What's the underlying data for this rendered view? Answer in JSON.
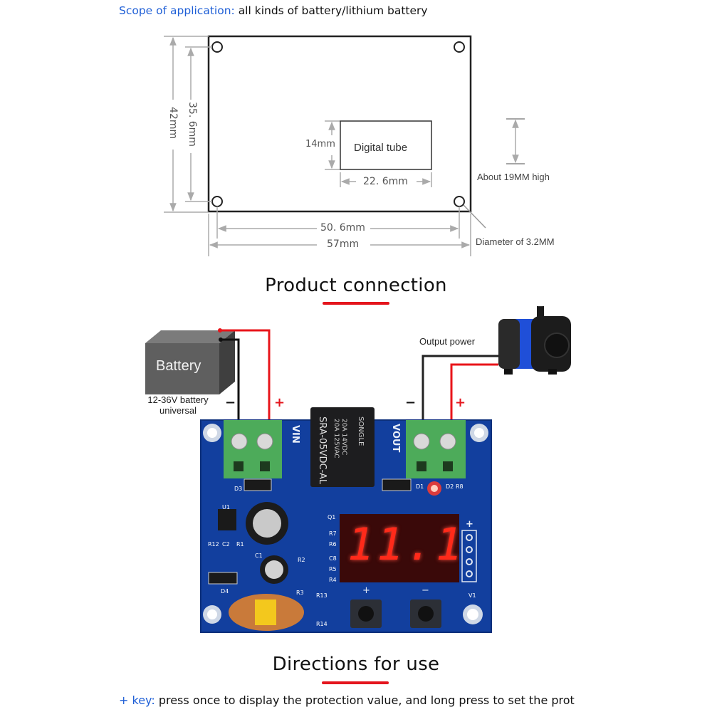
{
  "scope": {
    "label": "Scope of application:",
    "value": "all kinds of battery/lithium battery"
  },
  "dimensions": {
    "height_outer": "42mm",
    "height_holes": "35. 6mm",
    "width_holes": "50. 6mm",
    "width_outer": "57mm",
    "tube_height": "14mm",
    "tube_width": "22. 6mm",
    "tube_label": "Digital tube",
    "height_note": "About 19MM high",
    "hole_note": "Diameter of 3.2MM"
  },
  "connection": {
    "title": "Product connection",
    "battery_label": "Battery",
    "battery_caption_line1": "12-36V battery",
    "battery_caption_line2": "universal",
    "output_label": "Output power",
    "minus": "−",
    "plus": "+",
    "board": {
      "vin_label": "VIN",
      "vout_label": "VOUT",
      "relay_brand": "SONGLE",
      "relay_rating1": "20A 14VDC",
      "relay_rating2": "20A 125VAC",
      "relay_model": "SRA-05VDC-AL",
      "display_value": "11.1",
      "components": [
        "D3",
        "U1",
        "R12",
        "C2",
        "R1",
        "C1",
        "D4",
        "R3",
        "R13",
        "R14",
        "R2",
        "Q1",
        "R7",
        "R6",
        "C8",
        "R5",
        "R4",
        "D1",
        "D2",
        "R8",
        "V1"
      ],
      "key_plus": "+",
      "key_minus": "−",
      "header_plus": "+"
    }
  },
  "directions": {
    "title": "Directions for use",
    "key_label": "+ key:",
    "key_text": "press once to display the protection value, and long press to set the prot"
  },
  "colors": {
    "accent_blue": "#1f5fd6",
    "accent_red": "#e4151d",
    "pcb_blue": "#123f9e",
    "terminal_green": "#4dab5a",
    "segment_red": "#ff2a1a"
  }
}
